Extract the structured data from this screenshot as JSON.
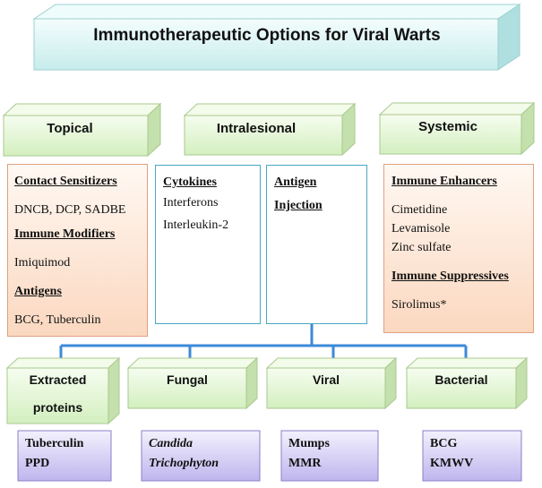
{
  "title": "Immunotherapeutic Options for Viral Warts",
  "categories": {
    "topical": "Topical",
    "intralesional": "Intralesional",
    "systemic": "Systemic"
  },
  "topical": {
    "h1": "Contact Sensitizers",
    "t1": "DNCB, DCP, SADBE",
    "h2": "Immune Modifiers",
    "t2": "Imiquimod",
    "h3": "Antigens",
    "t3": "BCG, Tuberculin"
  },
  "cytokines": {
    "h": "Cytokines",
    "items": [
      "Interferons",
      "Interleukin-2"
    ]
  },
  "antigen_injection": {
    "h1": "Antigen",
    "h2": "Injection"
  },
  "systemic": {
    "h1": "Immune  Enhancers",
    "items": [
      "Cimetidine",
      "Levamisole",
      "Zinc sulfate"
    ],
    "h2": "Immune Suppressives",
    "t2": "Sirolimus*"
  },
  "antigen_types": {
    "extracted_l1": "Extracted",
    "extracted_l2": "proteins",
    "fungal": "Fungal",
    "viral": "Viral",
    "bacterial": "Bacterial"
  },
  "examples": {
    "extracted": [
      "Tuberculin",
      "PPD"
    ],
    "fungal": [
      "Candida",
      "Trichophyton"
    ],
    "viral": [
      "Mumps",
      "MMR"
    ],
    "bacterial": [
      "BCG",
      "KMWV"
    ]
  },
  "colors": {
    "cyan_box": "#dff6f6",
    "green_box": "#e4f6d6",
    "peach_box": "#fbd8c0",
    "purple_box": "#d6d0f4",
    "connector": "#3c8ad8"
  }
}
